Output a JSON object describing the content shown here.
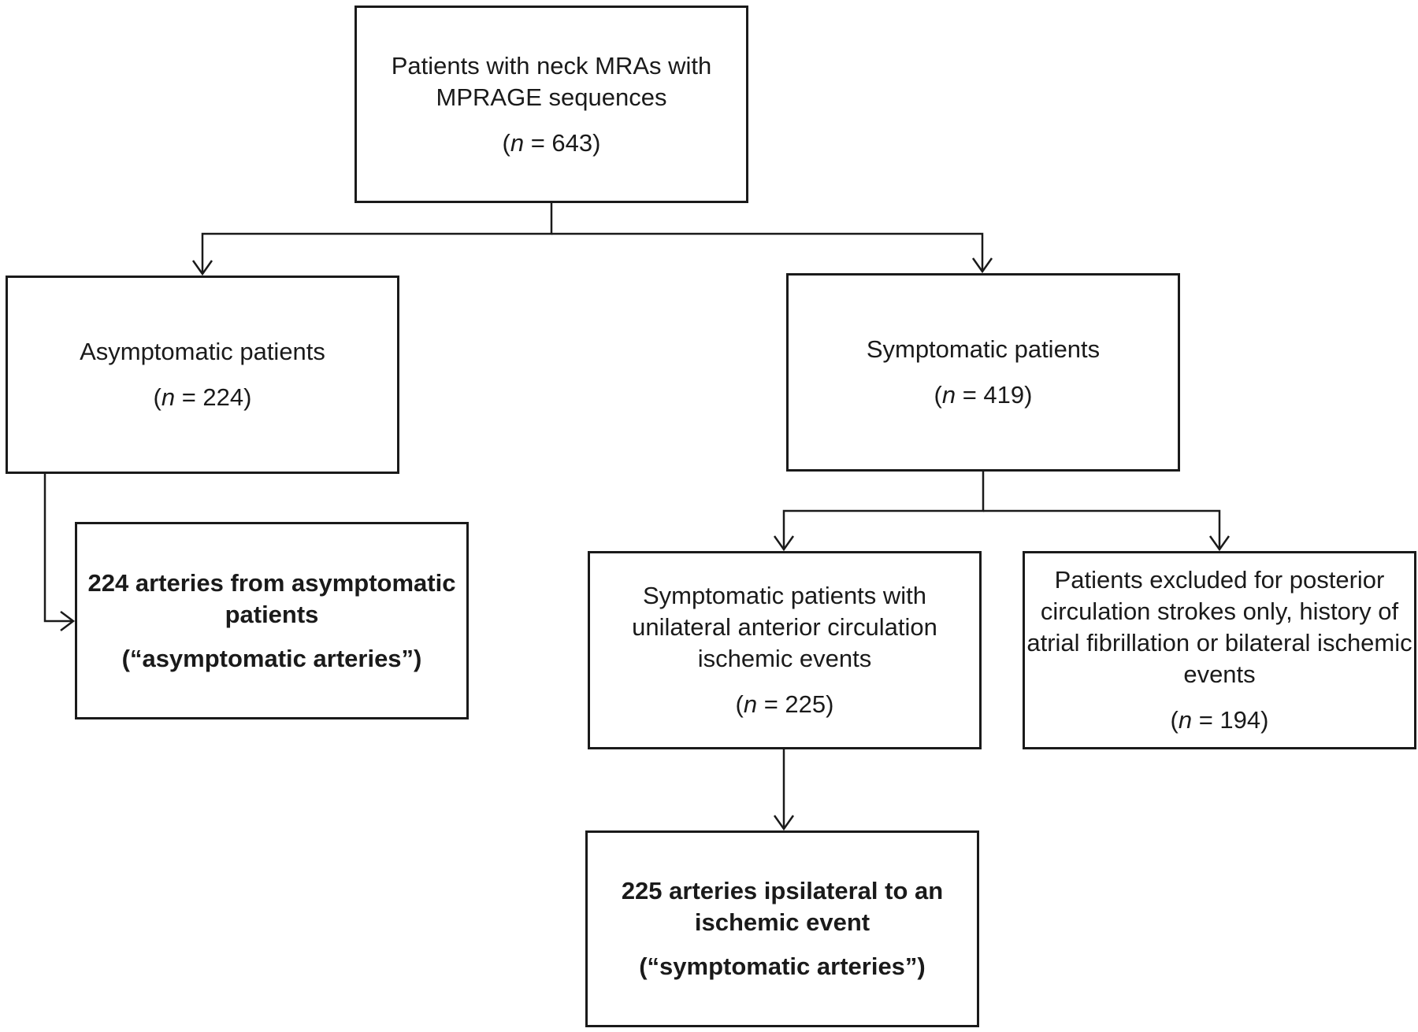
{
  "nodes": {
    "total": {
      "text": "Patients with neck MRAs with MPRAGE sequences",
      "n_symbol": "n",
      "n_value": "643"
    },
    "asymptomatic": {
      "text": "Asymptomatic patients",
      "n_symbol": "n",
      "n_value": "224"
    },
    "symptomatic": {
      "text": "Symptomatic patients",
      "n_symbol": "n",
      "n_value": "419"
    },
    "asymptomatic_arteries": {
      "text": "224 arteries from asymptomatic patients",
      "subtext": "(“asymptomatic arteries”)"
    },
    "symptomatic_unilateral": {
      "text": "Symptomatic patients with unilateral anterior circulation ischemic events",
      "n_symbol": "n",
      "n_value": "225"
    },
    "excluded": {
      "text": "Patients excluded for posterior circulation strokes only, history of atrial fibrillation or bilateral ischemic events",
      "n_symbol": "n",
      "n_value": "194"
    },
    "symptomatic_arteries": {
      "text": "225 arteries ipsilateral to an ischemic event",
      "subtext": "(“symptomatic arteries”)"
    }
  },
  "edges": [
    {
      "from": "total",
      "to": "asymptomatic"
    },
    {
      "from": "total",
      "to": "symptomatic"
    },
    {
      "from": "asymptomatic",
      "to": "asymptomatic_arteries"
    },
    {
      "from": "symptomatic",
      "to": "symptomatic_unilateral"
    },
    {
      "from": "symptomatic",
      "to": "excluded"
    },
    {
      "from": "symptomatic_unilateral",
      "to": "symptomatic_arteries"
    }
  ]
}
